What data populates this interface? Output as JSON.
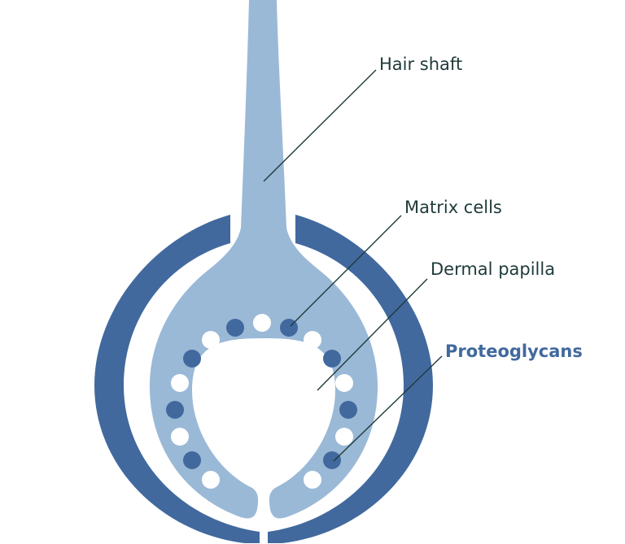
{
  "labels": {
    "hair_shaft": "Hair shaft",
    "matrix_cells": "Matrix cells",
    "dermal_papilla": "Dermal papilla",
    "proteoglycans": "Proteoglycans"
  },
  "colors": {
    "outer_sheath": "#41699e",
    "bulb": "#9ab9d7",
    "label_text": "#1f3a3a",
    "highlight_text": "#41699e",
    "background": "#ffffff"
  }
}
